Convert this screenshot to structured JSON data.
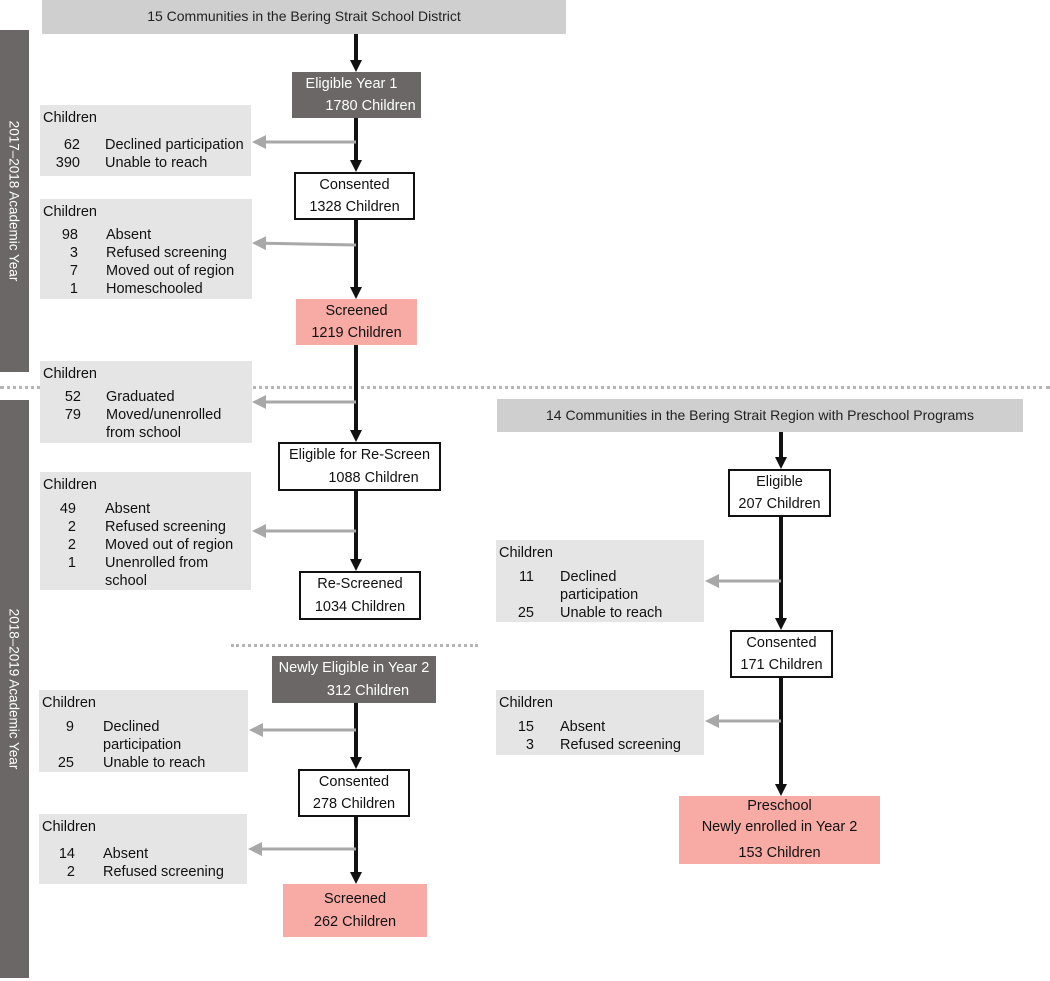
{
  "header": {
    "title": "15 Communities in the Bering Strait School District"
  },
  "side_labels": {
    "year1": "2017–2018 Academic Year",
    "year2": "2018–2019 Academic Year"
  },
  "district": {
    "eligible_y1": {
      "title": "Eligible Year 1",
      "count": "1780 Children"
    },
    "consented_y1": {
      "title": "Consented",
      "count": "1328 Children"
    },
    "screened_y1": {
      "title": "Screened",
      "count": "1219 Children"
    },
    "eligible_rescreen": {
      "title": "Eligible for Re-Screen",
      "count": "1088 Children"
    },
    "rescreened": {
      "title": "Re-Screened",
      "count": "1034 Children"
    },
    "newly_eligible": {
      "title": "Newly Eligible in Year 2",
      "count": "312 Children"
    },
    "consented_y2": {
      "title": "Consented",
      "count": "278 Children"
    },
    "screened_y2": {
      "title": "Screened",
      "count": "262 Children"
    }
  },
  "preschool": {
    "header": "14 Communities in the Bering Strait Region with Preschool Programs",
    "eligible": {
      "title": "Eligible",
      "count": "207 Children"
    },
    "consented": {
      "title": "Consented",
      "count": "171 Children"
    },
    "enrolled": {
      "title": "Preschool",
      "subtitle": "Newly enrolled in Year 2",
      "count": "153 Children"
    }
  },
  "exclusions": [
    {
      "header": "Children",
      "rows": [
        {
          "n": "62",
          "label": "Declined participation"
        },
        {
          "n": "390",
          "label": "Unable to reach"
        }
      ]
    },
    {
      "header": "Children",
      "rows": [
        {
          "n": "98",
          "label": "Absent"
        },
        {
          "n": "3",
          "label": "Refused screening"
        },
        {
          "n": "7",
          "label": "Moved out of region"
        },
        {
          "n": "1",
          "label": "Homeschooled"
        }
      ]
    },
    {
      "header": "Children",
      "rows": [
        {
          "n": "52",
          "label": "Graduated"
        },
        {
          "n": "79",
          "label": "Moved/unenrolled",
          "label2": "from school"
        }
      ]
    },
    {
      "header": "Children",
      "rows": [
        {
          "n": "49",
          "label": "Absent"
        },
        {
          "n": "2",
          "label": "Refused screening"
        },
        {
          "n": "2",
          "label": "Moved out of region"
        },
        {
          "n": "1",
          "label": "Unenrolled from",
          "label2": "school"
        }
      ]
    },
    {
      "header": "Children",
      "rows": [
        {
          "n": "9",
          "label": "Declined",
          "label2": "participation"
        },
        {
          "n": "25",
          "label": "Unable to reach"
        }
      ]
    },
    {
      "header": "Children",
      "rows": [
        {
          "n": "14",
          "label": "Absent"
        },
        {
          "n": "2",
          "label": "Refused screening"
        }
      ]
    },
    {
      "header": "Children",
      "rows": [
        {
          "n": "11",
          "label": "Declined",
          "label2": "participation"
        },
        {
          "n": "25",
          "label": "Unable to reach"
        }
      ]
    },
    {
      "header": "Children",
      "rows": [
        {
          "n": "15",
          "label": "Absent"
        },
        {
          "n": "3",
          "label": "Refused screening"
        }
      ]
    }
  ],
  "colors": {
    "main_arrow": "#111111",
    "exclusion_arrow": "#a8a8a8",
    "pink": "#f7aba4",
    "dark": "#6b6766",
    "grey_box": "#e5e5e5"
  }
}
